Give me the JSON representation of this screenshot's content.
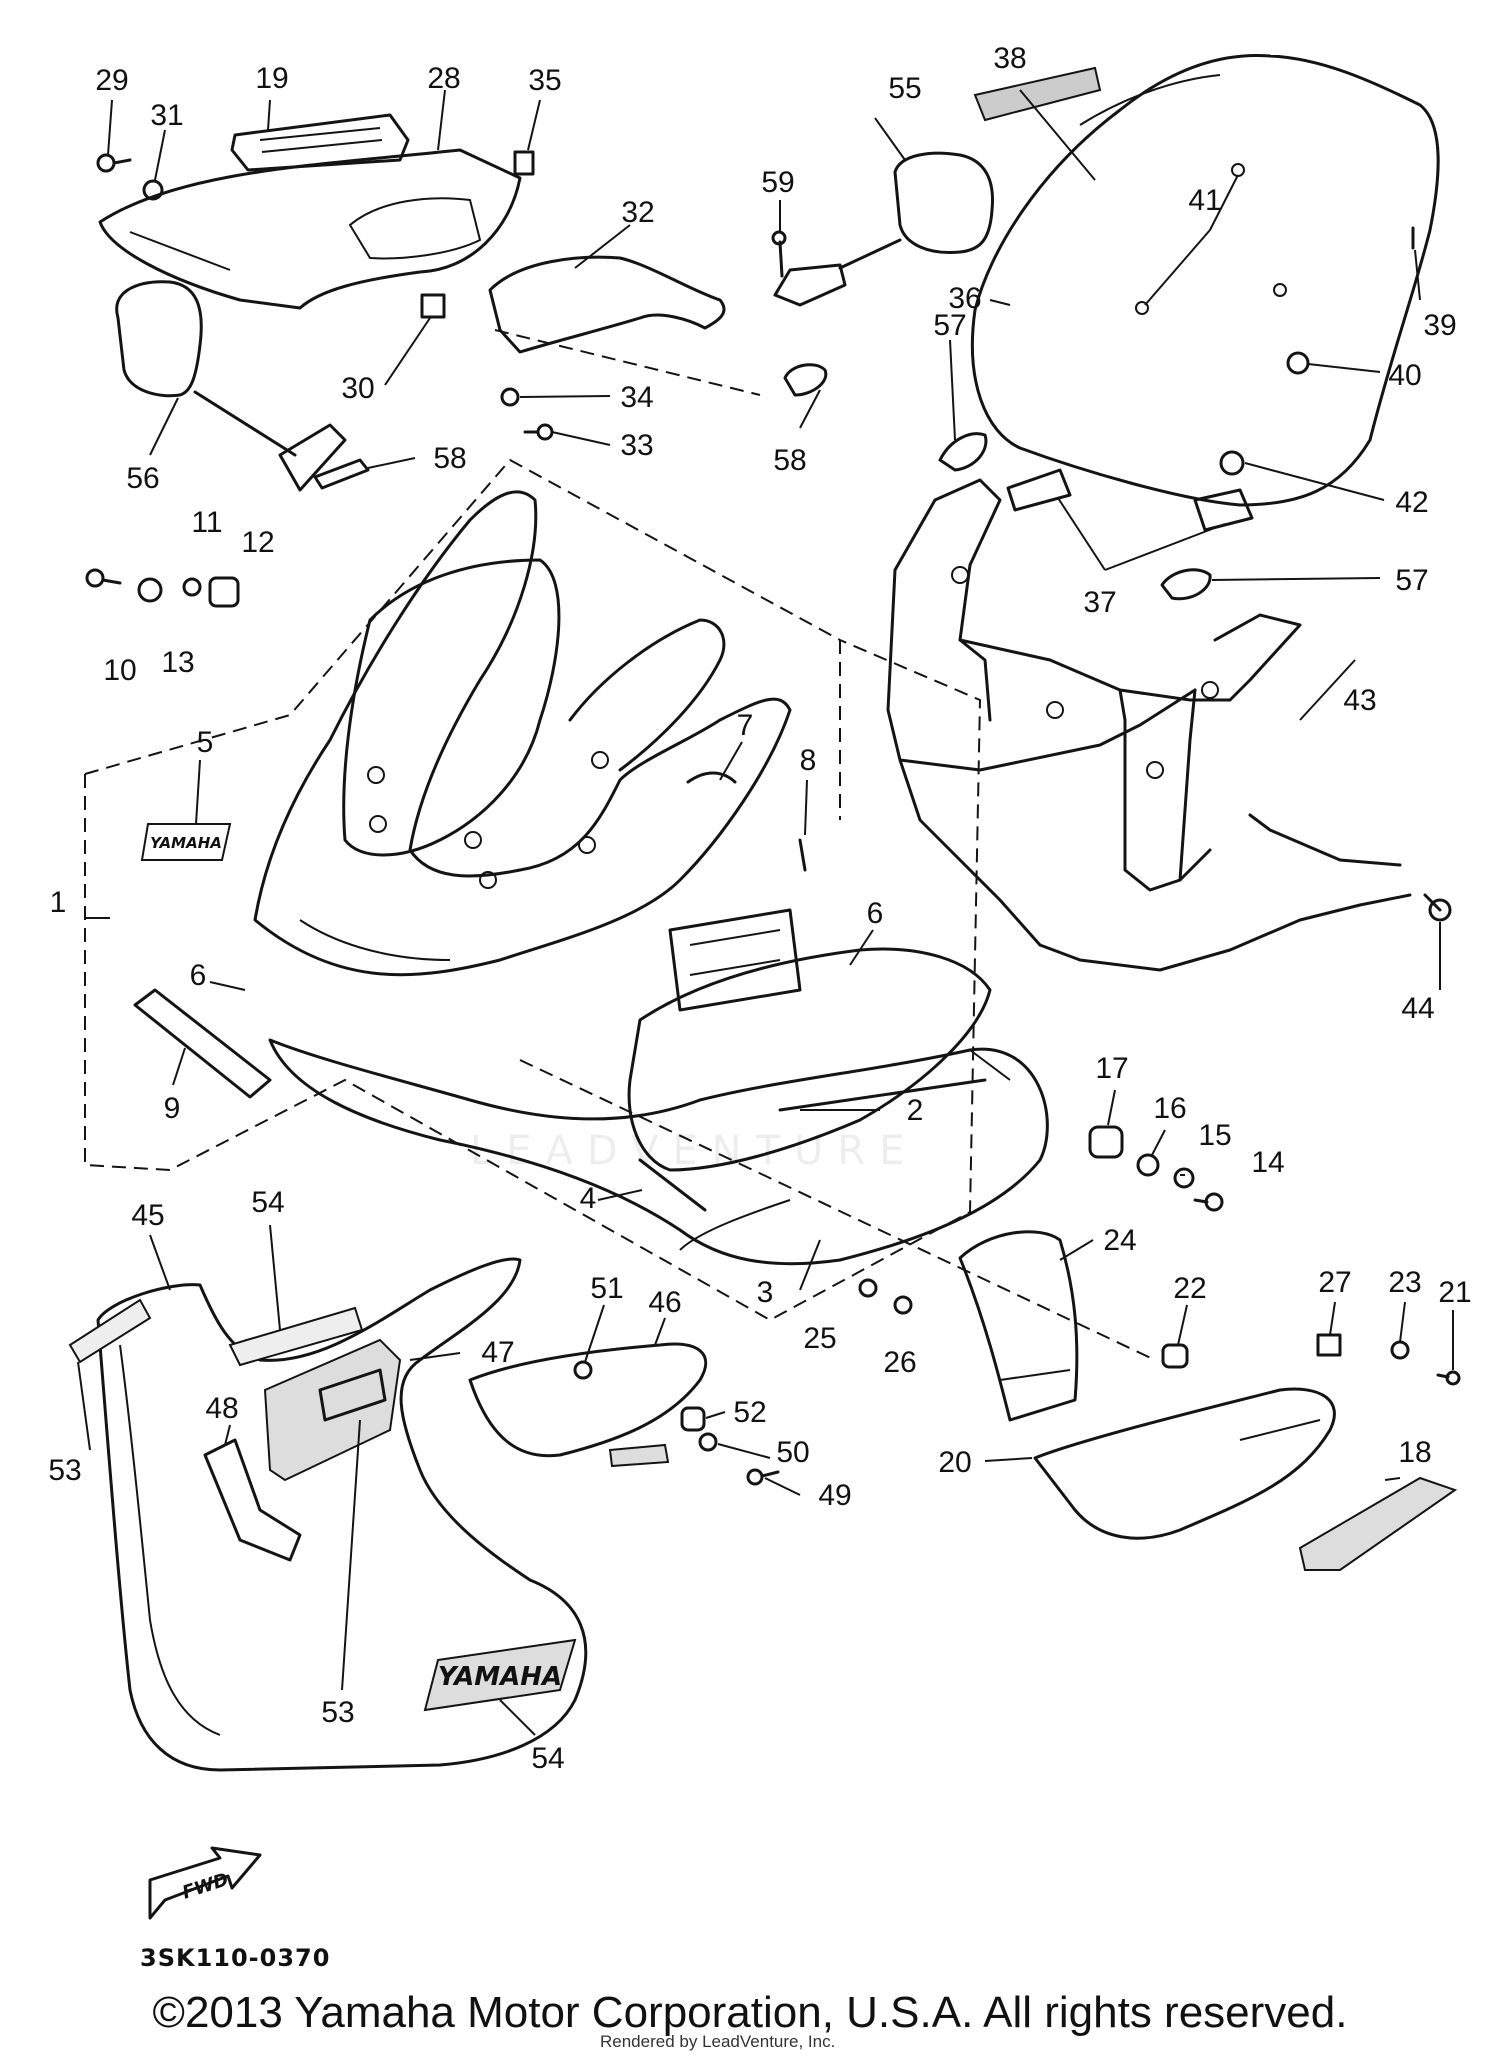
{
  "callouts": [
    {
      "n": "29"
    },
    {
      "n": "19"
    },
    {
      "n": "28"
    },
    {
      "n": "35"
    },
    {
      "n": "31"
    },
    {
      "n": "32"
    },
    {
      "n": "55"
    },
    {
      "n": "59"
    },
    {
      "n": "38"
    },
    {
      "n": "41"
    },
    {
      "n": "36"
    },
    {
      "n": "39"
    },
    {
      "n": "40"
    },
    {
      "n": "30"
    },
    {
      "n": "34"
    },
    {
      "n": "33"
    },
    {
      "n": "56"
    },
    {
      "n": "58"
    },
    {
      "n": "58"
    },
    {
      "n": "57"
    },
    {
      "n": "42"
    },
    {
      "n": "11"
    },
    {
      "n": "12"
    },
    {
      "n": "10"
    },
    {
      "n": "13"
    },
    {
      "n": "37"
    },
    {
      "n": "57"
    },
    {
      "n": "43"
    },
    {
      "n": "5"
    },
    {
      "n": "7"
    },
    {
      "n": "8"
    },
    {
      "n": "1"
    },
    {
      "n": "6"
    },
    {
      "n": "6"
    },
    {
      "n": "44"
    },
    {
      "n": "9"
    },
    {
      "n": "2"
    },
    {
      "n": "17"
    },
    {
      "n": "16"
    },
    {
      "n": "15"
    },
    {
      "n": "14"
    },
    {
      "n": "4"
    },
    {
      "n": "3"
    },
    {
      "n": "45"
    },
    {
      "n": "54"
    },
    {
      "n": "24"
    },
    {
      "n": "51"
    },
    {
      "n": "46"
    },
    {
      "n": "22"
    },
    {
      "n": "27"
    },
    {
      "n": "23"
    },
    {
      "n": "21"
    },
    {
      "n": "25"
    },
    {
      "n": "26"
    },
    {
      "n": "47"
    },
    {
      "n": "48"
    },
    {
      "n": "52"
    },
    {
      "n": "50"
    },
    {
      "n": "20"
    },
    {
      "n": "18"
    },
    {
      "n": "53"
    },
    {
      "n": "49"
    },
    {
      "n": "53"
    },
    {
      "n": "54"
    }
  ],
  "emblems": {
    "upper_badge": "YAMAHA",
    "lower_badge": "YAMAHA",
    "fwd_arrow": "FWD"
  },
  "diagram_code": "3SK110-0370",
  "copyright": "©2013 Yamaha Motor Corporation, U.S.A. All rights reserved.",
  "rendered_by": "Rendered by LeadVenture, Inc.",
  "watermark": "LEADVENTURE"
}
